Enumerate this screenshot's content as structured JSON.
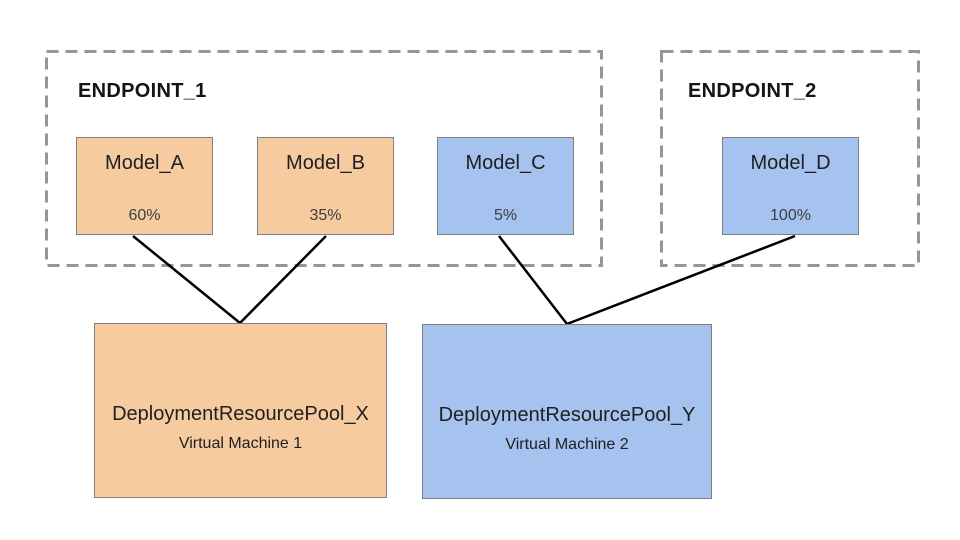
{
  "diagram": {
    "background_color": "#ffffff",
    "colors": {
      "orange_fill": "#f6cb9f",
      "blue_fill": "#a6c2ef",
      "box_border": "#7f7f7f",
      "dashed_boundary": "#969696",
      "connector": "#000000",
      "text": "#1f1f1f"
    },
    "endpoints": [
      {
        "label": "ENDPOINT_1"
      },
      {
        "label": "ENDPOINT_2"
      }
    ],
    "models": [
      {
        "name": "Model_A",
        "traffic": "60%",
        "endpoint": "ENDPOINT_1",
        "pool": "DeploymentResourcePool_X",
        "color": "#f6cb9f"
      },
      {
        "name": "Model_B",
        "traffic": "35%",
        "endpoint": "ENDPOINT_1",
        "pool": "DeploymentResourcePool_X",
        "color": "#f6cb9f"
      },
      {
        "name": "Model_C",
        "traffic": "5%",
        "endpoint": "ENDPOINT_1",
        "pool": "DeploymentResourcePool_Y",
        "color": "#a6c2ef"
      },
      {
        "name": "Model_D",
        "traffic": "100%",
        "endpoint": "ENDPOINT_2",
        "pool": "DeploymentResourcePool_Y",
        "color": "#a6c2ef"
      }
    ],
    "pools": [
      {
        "name": "DeploymentResourcePool_X",
        "machine": "Virtual Machine 1",
        "color": "#f6cb9f"
      },
      {
        "name": "DeploymentResourcePool_Y",
        "machine": "Virtual Machine 2",
        "color": "#a6c2ef"
      }
    ]
  }
}
